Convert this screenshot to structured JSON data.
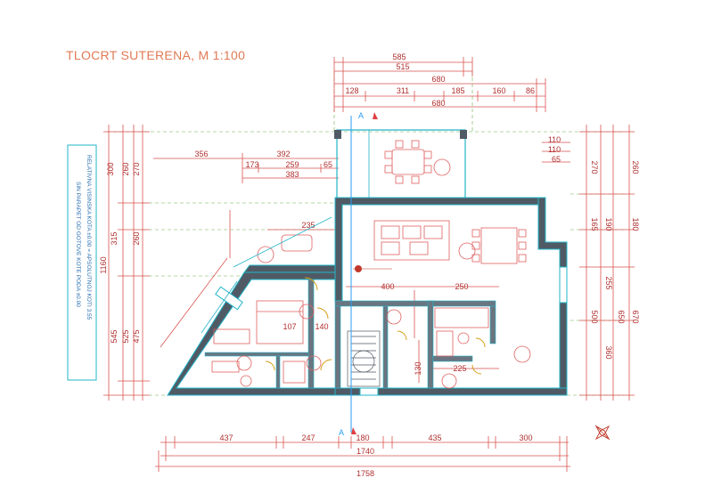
{
  "title": "TLOCRT SUTERENA, M 1:100",
  "top_dims": {
    "row1": [
      "585"
    ],
    "row2": [
      "515"
    ],
    "row3": [
      "680"
    ],
    "row4": [
      "128",
      "311",
      "185",
      "160",
      "86"
    ],
    "row5": [
      "680"
    ]
  },
  "bottom_dims": {
    "row1": [
      "437",
      "247",
      "180",
      "435",
      "300"
    ],
    "row2": [
      "1740"
    ],
    "row3": [
      "1758"
    ]
  },
  "left_dims": [
    "300",
    "260",
    "270",
    "1160",
    "315",
    "260",
    "545",
    "525",
    "475"
  ],
  "right_dims": [
    "110",
    "110",
    "65",
    "270",
    "260",
    "165",
    "190",
    "180",
    "255",
    "500",
    "650",
    "670",
    "360"
  ],
  "inner_dims": [
    "356",
    "392",
    "173",
    "259",
    "65",
    "383",
    "235",
    "400",
    "250",
    "225",
    "107",
    "140",
    "130"
  ],
  "note_lines": [
    "RELATIVNA VISINSKA KOTA ±0.00 = APSOLUTNOJ KOTI 3.55",
    "SIN PARAPET OD GOTOVE KOTE PODA ±0.00"
  ],
  "section_markers": [
    "A",
    "A"
  ],
  "icons": [
    "north-arrow-icon",
    "section-arrow-icon"
  ],
  "colors": {
    "dimension": "#d9534f",
    "wall": "#505a64",
    "wall_outline": "#22b5c8",
    "title": "#e07a55",
    "note": "#2a6fb0",
    "furniture": "#e06060"
  }
}
